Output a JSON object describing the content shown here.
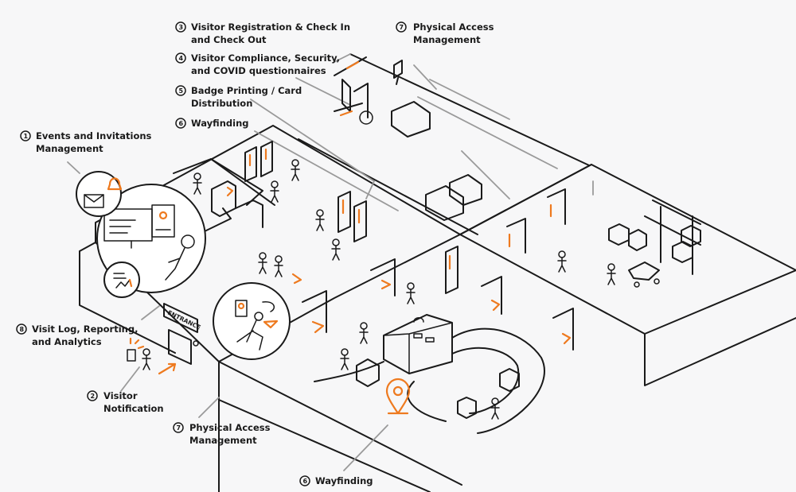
{
  "labels": [
    {
      "id": "l1",
      "num": "1",
      "lines": [
        "Events and Invitations",
        "Management"
      ]
    },
    {
      "id": "l2",
      "num": "2",
      "lines": [
        "Visitor",
        "Notification"
      ]
    },
    {
      "id": "l3",
      "num": "3",
      "lines": [
        "Visitor Registration & Check In",
        "and Check Out"
      ]
    },
    {
      "id": "l4",
      "num": "4",
      "lines": [
        "Visitor Compliance, Security,",
        "and COVID questionnaires"
      ]
    },
    {
      "id": "l5",
      "num": "5",
      "lines": [
        "Badge Printing / Card",
        "Distribution"
      ]
    },
    {
      "id": "l6a",
      "num": "6",
      "lines": [
        "Wayfinding"
      ]
    },
    {
      "id": "l6b",
      "num": "6",
      "lines": [
        "Wayfinding"
      ]
    },
    {
      "id": "l7a",
      "num": "7",
      "lines": [
        "Physical Access",
        "Management"
      ]
    },
    {
      "id": "l7b",
      "num": "7",
      "lines": [
        "Physical Access",
        "Management"
      ]
    },
    {
      "id": "l8",
      "num": "8",
      "lines": [
        "Visit Log, Reporting,",
        "and Analytics"
      ]
    }
  ],
  "entrance_sign": "ENTRANCE",
  "colors": {
    "accent": "#ee7a1f",
    "ink": "#1a1a1a",
    "leader": "#9a9a9a",
    "background": "#f7f7f8"
  }
}
